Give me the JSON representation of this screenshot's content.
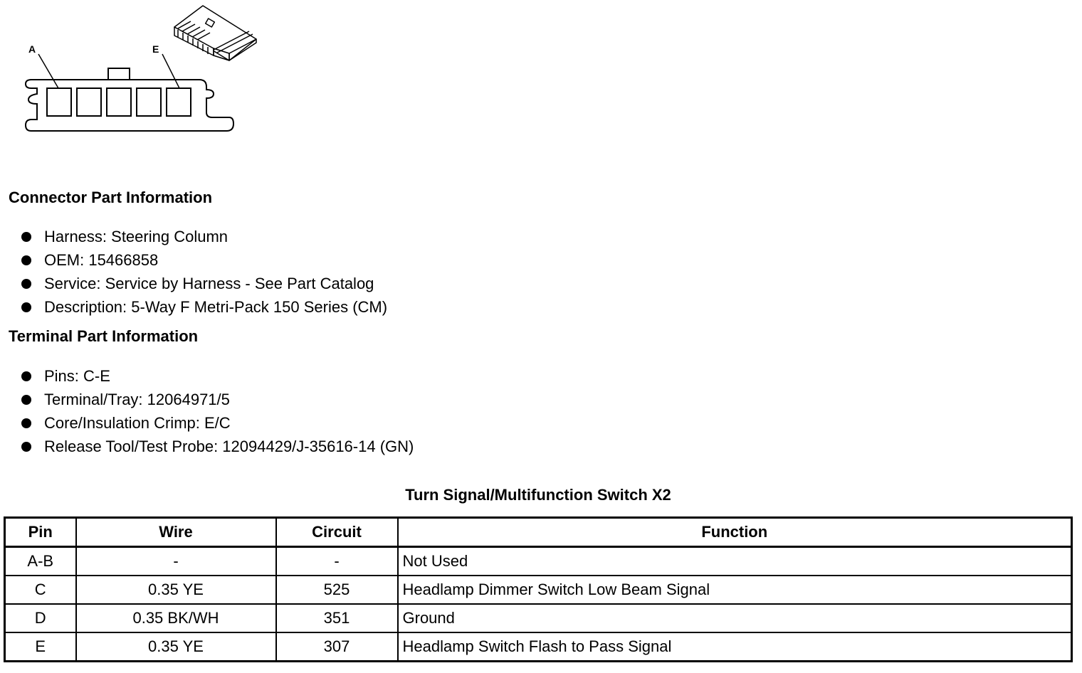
{
  "diagram": {
    "pin_label_left": "A",
    "pin_label_right": "E"
  },
  "connector_info": {
    "heading": "Connector Part Information",
    "items": [
      "Harness: Steering Column",
      "OEM: 15466858",
      "Service: Service by Harness - See Part Catalog",
      "Description: 5-Way F Metri-Pack 150 Series (CM)"
    ]
  },
  "terminal_info": {
    "heading": "Terminal Part Information",
    "items": [
      "Pins: C-E",
      "Terminal/Tray: 12064971/5",
      "Core/Insulation Crimp: E/C",
      "Release Tool/Test Probe: 12094429/J-35616-14 (GN)"
    ]
  },
  "table": {
    "title": "Turn Signal/Multifunction Switch X2",
    "headers": [
      "Pin",
      "Wire",
      "Circuit",
      "Function"
    ],
    "rows": [
      [
        "A-B",
        "-",
        "-",
        "Not Used"
      ],
      [
        "C",
        "0.35 YE",
        "525",
        "Headlamp Dimmer Switch Low Beam Signal"
      ],
      [
        "D",
        "0.35 BK/WH",
        "351",
        "Ground"
      ],
      [
        "E",
        "0.35 YE",
        "307",
        "Headlamp Switch Flash to Pass Signal"
      ]
    ]
  }
}
